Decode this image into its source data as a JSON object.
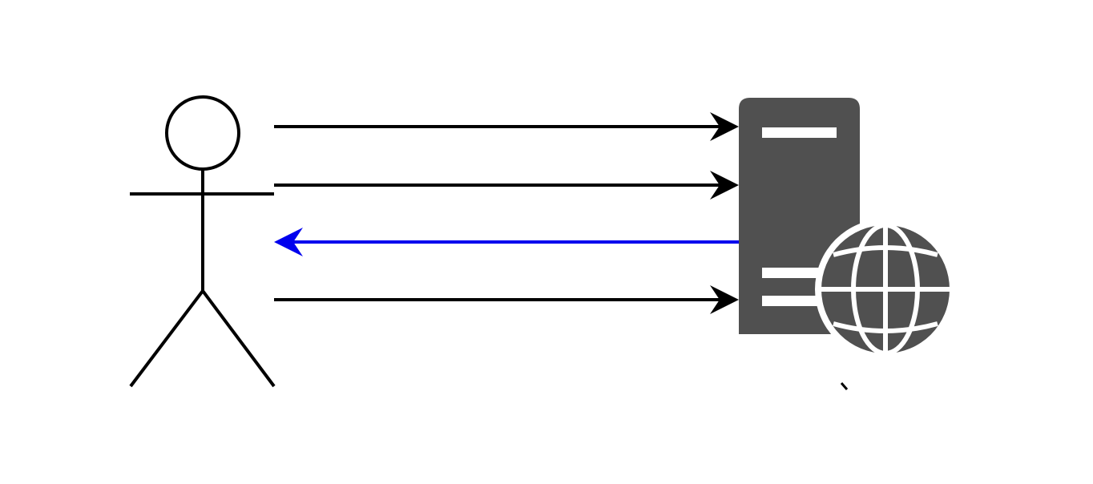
{
  "diagram": {
    "actor": {
      "icon": "stick-figure-actor-icon"
    },
    "server": {
      "icon": "web-server-icon",
      "globe_icon": "globe-icon"
    },
    "arrows": [
      {
        "direction": "actor-to-server",
        "color": "#000000"
      },
      {
        "direction": "actor-to-server",
        "color": "#000000"
      },
      {
        "direction": "server-to-actor",
        "color": "#0000ee"
      },
      {
        "direction": "actor-to-server",
        "color": "#000000"
      }
    ],
    "colors": {
      "server_fill": "#505050",
      "server_detail": "#ffffff",
      "actor_stroke": "#000000"
    }
  }
}
